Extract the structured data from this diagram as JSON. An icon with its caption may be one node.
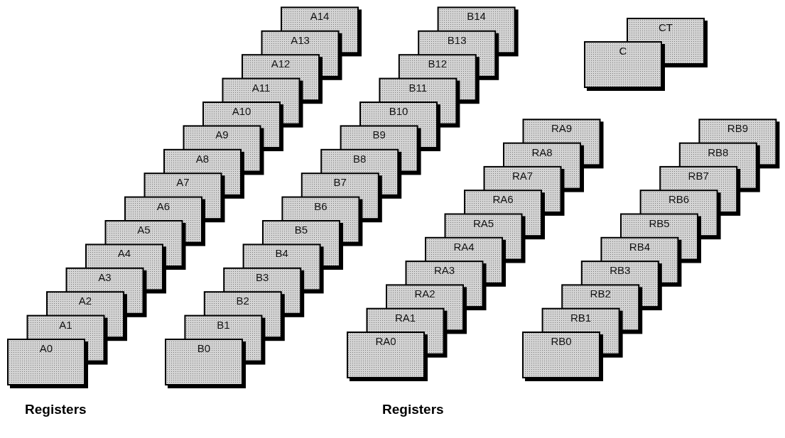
{
  "diagram": {
    "nodes": [
      {
        "text": [
          "A0"
        ]
      },
      {
        "text": [
          "A1"
        ]
      },
      {
        "text": [
          "A2"
        ]
      },
      {
        "text": [
          "A3"
        ]
      },
      {
        "text": [
          "A4"
        ]
      },
      {
        "text": [
          "A5"
        ]
      },
      {
        "text": [
          "A6"
        ]
      },
      {
        "text": [
          "A7"
        ]
      },
      {
        "text": [
          "A8"
        ]
      },
      {
        "text": [
          "A9"
        ]
      },
      {
        "text": [
          "A10"
        ]
      },
      {
        "text": [
          "A11"
        ]
      },
      {
        "text": [
          "A12"
        ]
      },
      {
        "text": [
          "A13"
        ]
      },
      {
        "text": [
          "A14"
        ]
      },
      {
        "text": [
          "B0"
        ]
      },
      {
        "text": [
          "B1"
        ]
      },
      {
        "text": [
          "B2"
        ]
      },
      {
        "text": [
          "B3"
        ]
      },
      {
        "text": [
          "B4"
        ]
      },
      {
        "text": [
          "B5"
        ]
      },
      {
        "text": [
          "B6"
        ]
      },
      {
        "text": [
          "B7"
        ]
      },
      {
        "text": [
          "B8"
        ]
      },
      {
        "text": [
          "B9"
        ]
      },
      {
        "text": [
          "B10"
        ]
      },
      {
        "text": [
          "B11"
        ]
      },
      {
        "text": [
          "B12"
        ]
      },
      {
        "text": [
          "B13"
        ]
      },
      {
        "text": [
          "B14"
        ]
      },
      {
        "text": [
          "RA0"
        ]
      },
      {
        "text": [
          "RA1"
        ]
      },
      {
        "text": [
          "RA2"
        ]
      },
      {
        "text": [
          "RA3"
        ]
      },
      {
        "text": [
          "RA4"
        ]
      },
      {
        "text": [
          "RA5"
        ]
      },
      {
        "text": [
          "RA6"
        ]
      },
      {
        "text": [
          "RA7"
        ]
      },
      {
        "text": [
          "RA8"
        ]
      },
      {
        "text": [
          "RA9"
        ]
      },
      {
        "text": [
          "RB0"
        ]
      },
      {
        "text": [
          "RB1"
        ]
      },
      {
        "text": [
          "RB2"
        ]
      },
      {
        "text": [
          "RB3"
        ]
      },
      {
        "text": [
          "RB4"
        ]
      },
      {
        "text": [
          "RB5"
        ]
      },
      {
        "text": [
          "RB6"
        ]
      },
      {
        "text": [
          "RB7"
        ]
      },
      {
        "text": [
          "RB8"
        ]
      },
      {
        "text": [
          "RB9"
        ]
      },
      {
        "text": [
          "CT"
        ]
      },
      {
        "text": [
          "C"
        ]
      }
    ],
    "labels": [
      "Registers",
      "Registers"
    ]
  }
}
